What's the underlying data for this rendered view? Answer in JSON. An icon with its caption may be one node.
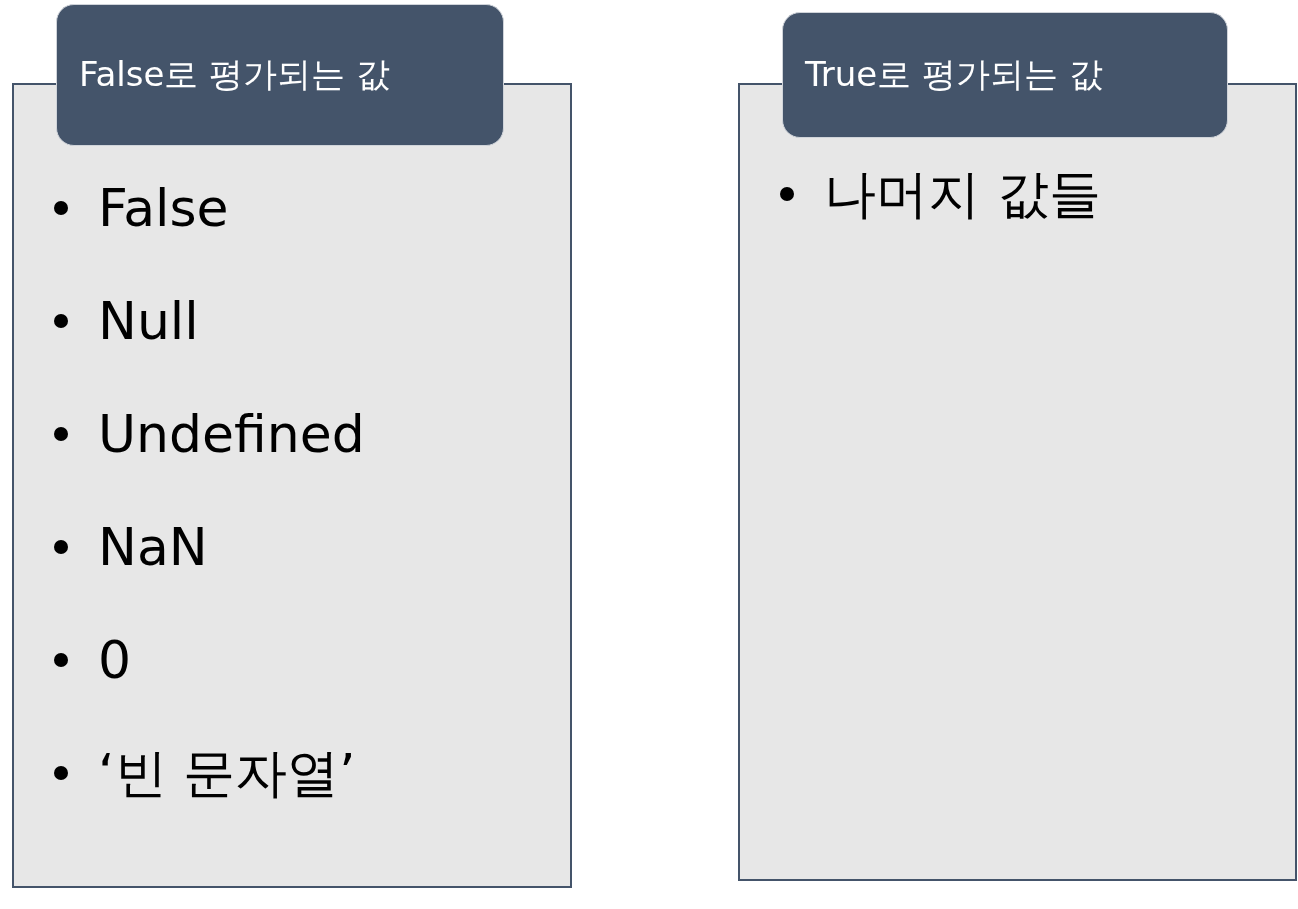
{
  "diagram": {
    "nodes": [
      {
        "text": [
          "False로 평가되는 값"
        ]
      },
      {
        "text": [
          "False",
          "Null",
          "Undefined",
          "NaN",
          "0",
          "‘빈 문자열’"
        ]
      },
      {
        "text": [
          "True로 평가되는 값"
        ]
      },
      {
        "text": [
          "나머지 값들"
        ]
      }
    ]
  }
}
